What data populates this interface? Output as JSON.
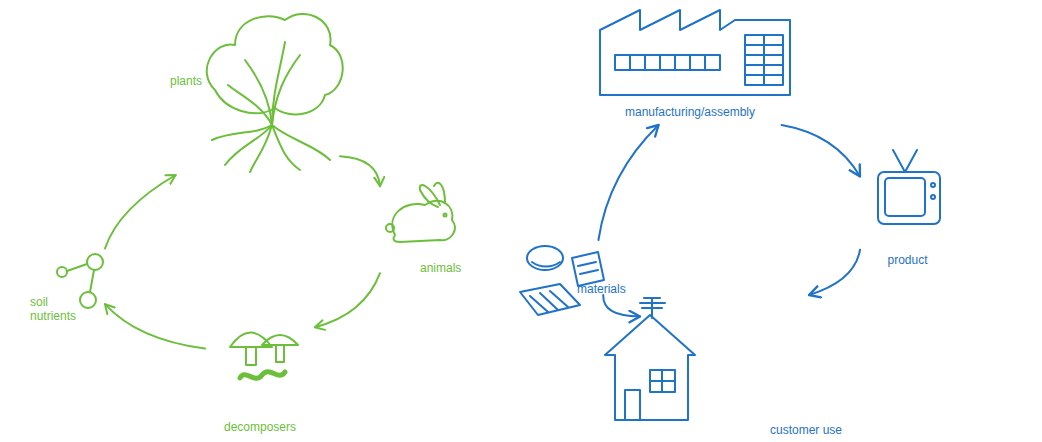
{
  "diagram": {
    "nodes": [
      {
        "text": [
          "plants"
        ]
      },
      {
        "text": [
          "animals"
        ]
      },
      {
        "text": [
          "decomposers"
        ]
      },
      {
        "text": [
          "soil nutrients"
        ]
      },
      {
        "text": [
          "manufacturing/assembly"
        ]
      },
      {
        "text": [
          "product"
        ]
      },
      {
        "text": [
          "customer use"
        ]
      },
      {
        "text": [
          "materials"
        ]
      }
    ],
    "edges": [
      {
        "from": 0,
        "to": 1,
        "arrow": "to"
      },
      {
        "from": 1,
        "to": 2,
        "arrow": "to"
      },
      {
        "from": 2,
        "to": 3,
        "arrow": "to"
      },
      {
        "from": 3,
        "to": 0,
        "arrow": "to"
      },
      {
        "from": 4,
        "to": 5,
        "arrow": "to"
      },
      {
        "from": 5,
        "to": 6,
        "arrow": "to"
      },
      {
        "from": 6,
        "to": 7,
        "arrow": "to"
      },
      {
        "from": 7,
        "to": 4,
        "arrow": "to"
      }
    ]
  }
}
